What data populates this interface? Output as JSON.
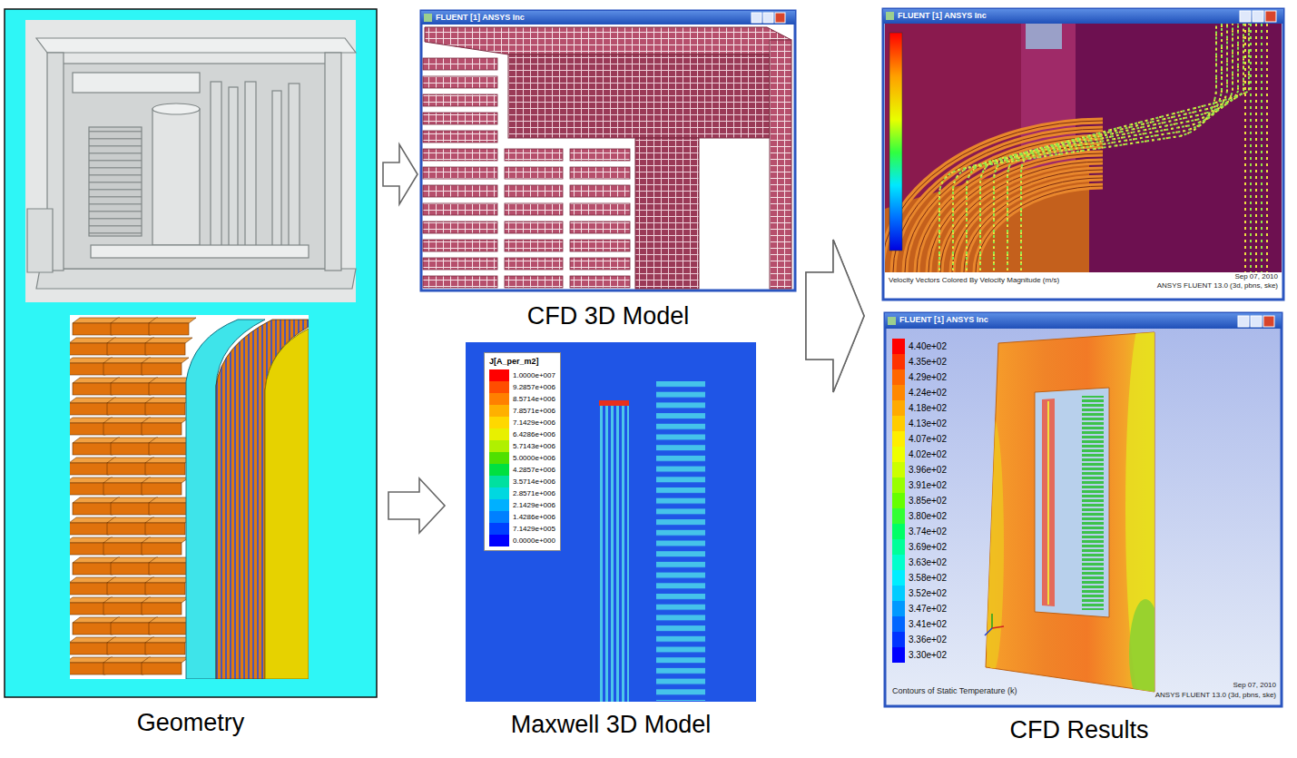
{
  "diagram": {
    "nodes": [
      {
        "text": [
          "Geometry"
        ]
      },
      {
        "text": [
          "FLUENT [1] ANSYS Inc",
          "CFD 3D Model"
        ]
      },
      {
        "text": [
          "Maxwell 3D Model"
        ]
      },
      {
        "text": [
          "J[A_per_m2]"
        ],
        "in": 2
      },
      {
        "text": [
          "CFD Results"
        ]
      },
      {
        "text": [
          "FLUENT [1] ANSYS Inc",
          "Velocity Vectors Colored By Velocity Magnitude (m/s)",
          "Sep 07, 2010",
          "ANSYS FLUENT 13.0 (3d, pbns, ske)"
        ],
        "in": 4
      },
      {
        "text": [
          "FLUENT [1] ANSYS Inc",
          "Contours of Static Temperature (k)",
          "Sep 07, 2010",
          "ANSYS FLUENT 13.0 (3d, pbns, ske)"
        ],
        "in": 4
      }
    ],
    "edges": [
      {
        "from": 0,
        "to": 1,
        "arrow": "to"
      },
      {
        "from": 0,
        "to": 2,
        "arrow": "to"
      },
      {
        "from": 1,
        "to": 4,
        "arrow": "to"
      },
      {
        "from": 2,
        "to": 4,
        "arrow": "to"
      }
    ],
    "legend": [
      {
        "text": "1.0000e+007",
        "color": "#ff0000"
      },
      {
        "text": "9.2857e+006",
        "color": "#ff4d00"
      },
      {
        "text": "8.5714e+006",
        "color": "#ff8000"
      },
      {
        "text": "7.8571e+006",
        "color": "#ffb000"
      },
      {
        "text": "7.1429e+006",
        "color": "#ffd800"
      },
      {
        "text": "6.4286e+006",
        "color": "#e8f000"
      },
      {
        "text": "5.7143e+006",
        "color": "#b0f000"
      },
      {
        "text": "5.0000e+006",
        "color": "#50e000"
      },
      {
        "text": "4.2857e+006",
        "color": "#00e040"
      },
      {
        "text": "3.5714e+006",
        "color": "#00e0a0"
      },
      {
        "text": "2.8571e+006",
        "color": "#00d8e0"
      },
      {
        "text": "2.1429e+006",
        "color": "#00b0ff"
      },
      {
        "text": "1.4286e+006",
        "color": "#0080ff"
      },
      {
        "text": "7.1429e+005",
        "color": "#0040ff"
      },
      {
        "text": "0.0000e+000",
        "color": "#0000ff"
      },
      {
        "text": "4.40e+02",
        "color": "#ff0000"
      },
      {
        "text": "4.35e+02",
        "color": "#ff3300"
      },
      {
        "text": "4.29e+02",
        "color": "#ff6600"
      },
      {
        "text": "4.24e+02",
        "color": "#ff8800"
      },
      {
        "text": "4.18e+02",
        "color": "#ffaa00"
      },
      {
        "text": "4.13e+02",
        "color": "#ffcc00"
      },
      {
        "text": "4.07e+02",
        "color": "#ffee00"
      },
      {
        "text": "4.02e+02",
        "color": "#eeff00"
      },
      {
        "text": "3.96e+02",
        "color": "#ccff00"
      },
      {
        "text": "3.91e+02",
        "color": "#99ff00"
      },
      {
        "text": "3.85e+02",
        "color": "#66ff00"
      },
      {
        "text": "3.80e+02",
        "color": "#33ff33"
      },
      {
        "text": "3.74e+02",
        "color": "#00ff66"
      },
      {
        "text": "3.69e+02",
        "color": "#00ff99"
      },
      {
        "text": "3.63e+02",
        "color": "#00ffcc"
      },
      {
        "text": "3.58e+02",
        "color": "#00eeff"
      },
      {
        "text": "3.52e+02",
        "color": "#00ccff"
      },
      {
        "text": "3.47e+02",
        "color": "#0099ff"
      },
      {
        "text": "3.41e+02",
        "color": "#0066ff"
      },
      {
        "text": "3.36e+02",
        "color": "#0033ff"
      },
      {
        "text": "3.30e+02",
        "color": "#0000ff"
      }
    ]
  }
}
